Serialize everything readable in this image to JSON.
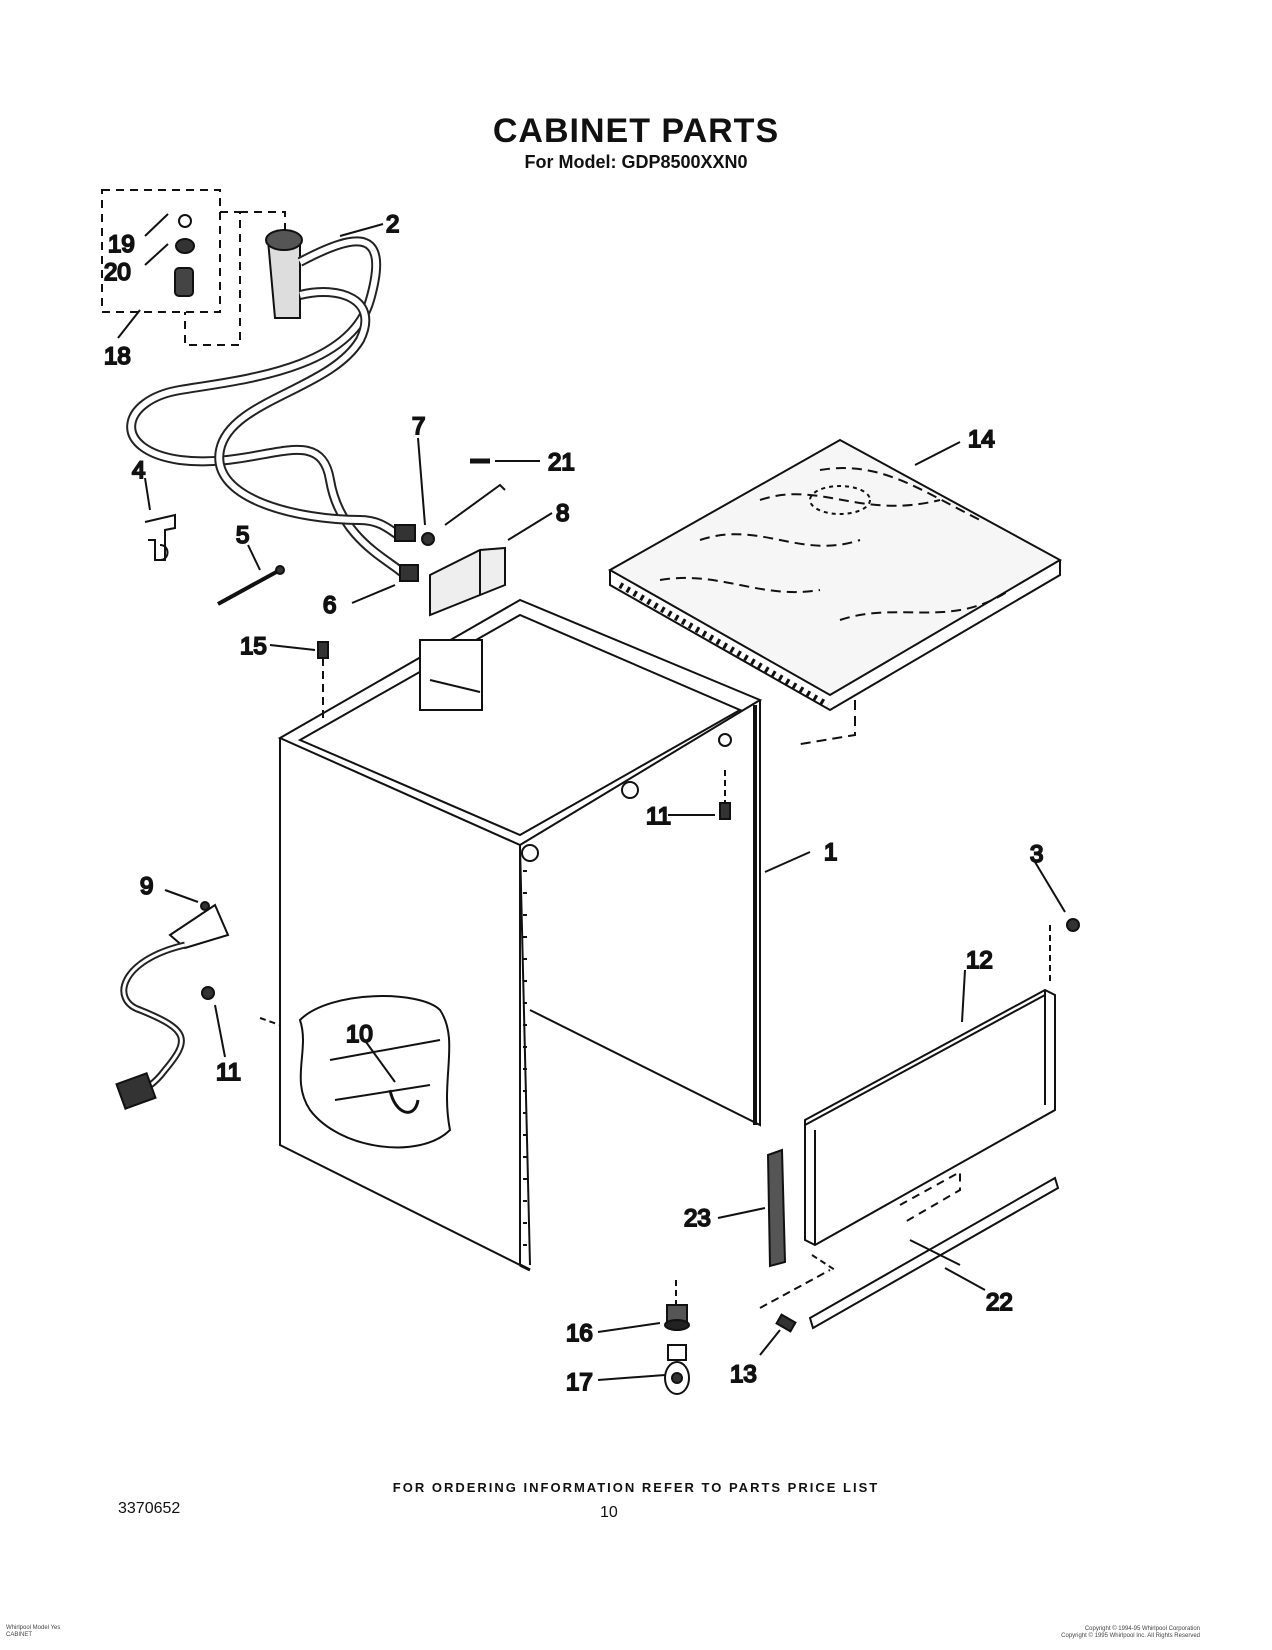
{
  "header": {
    "title": "CABINET PARTS",
    "subtitle": "For Model: GDP8500XXN0"
  },
  "callouts": [
    "1",
    "2",
    "3",
    "4",
    "5",
    "6",
    "7",
    "8",
    "9",
    "10",
    "11",
    "11",
    "12",
    "13",
    "14",
    "15",
    "16",
    "17",
    "18",
    "19",
    "20",
    "21",
    "22",
    "23"
  ],
  "footer": {
    "ordering_note": "FOR ORDERING INFORMATION REFER TO PARTS PRICE LIST",
    "document_number": "3370652",
    "page_number": "10",
    "left_fine_print_1": "Whirlpool Model Yes",
    "left_fine_print_2": "CABINET",
    "right_fine_print_1": "Copyright © 1994-95 Whirlpool Corporation",
    "right_fine_print_2": "Copyright © 1995 Whirlpool Inc. All Rights Reserved"
  }
}
